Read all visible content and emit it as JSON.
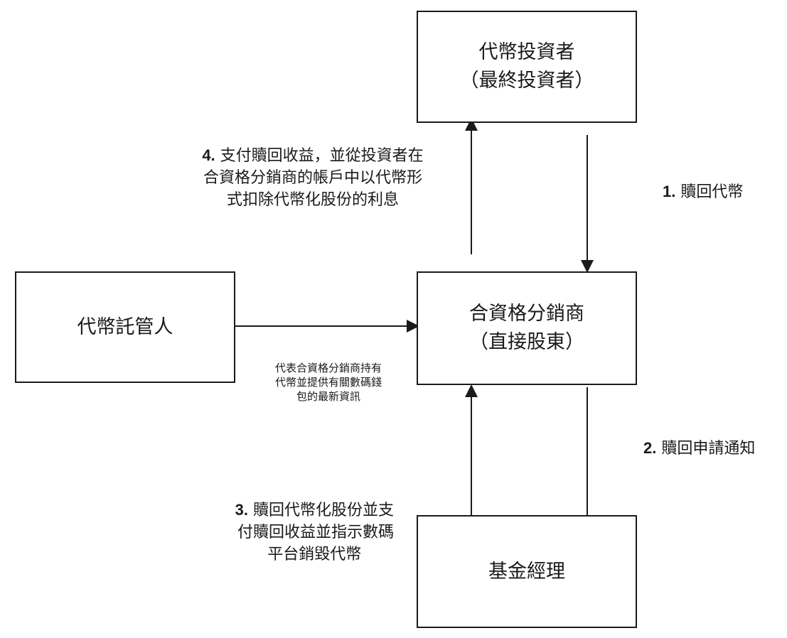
{
  "boxes": {
    "token_investor": {
      "line1": "代幣投資者",
      "line2": "（最終投資者）"
    },
    "distributor": {
      "line1": "合資格分銷商",
      "line2": "（直接股東）"
    },
    "custodian": {
      "line1": "代幣託管人"
    },
    "fund_manager": {
      "line1": "基金經理"
    }
  },
  "steps": {
    "step1": {
      "number": "1.",
      "text": "贖回代幣"
    },
    "step2": {
      "number": "2.",
      "text": "贖回申請通知"
    },
    "step3": {
      "number": "3.",
      "line1": "贖回代幣化股份並支",
      "line2": "付贖回收益並指示數碼",
      "line3": "平台銷毀代幣"
    },
    "step4": {
      "number": "4.",
      "line1": "支付贖回收益，並從投資者在",
      "line2": "合資格分銷商的帳戶中以代幣形",
      "line3": "式扣除代幣化股份的利息"
    }
  },
  "custodian_note": {
    "line1": "代表合資格分銷商持有",
    "line2": "代幣並提供有關數碼錢",
    "line3": "包的最新資訊"
  },
  "colors": {
    "stroke": "#1a1a1a",
    "background": "#ffffff"
  }
}
